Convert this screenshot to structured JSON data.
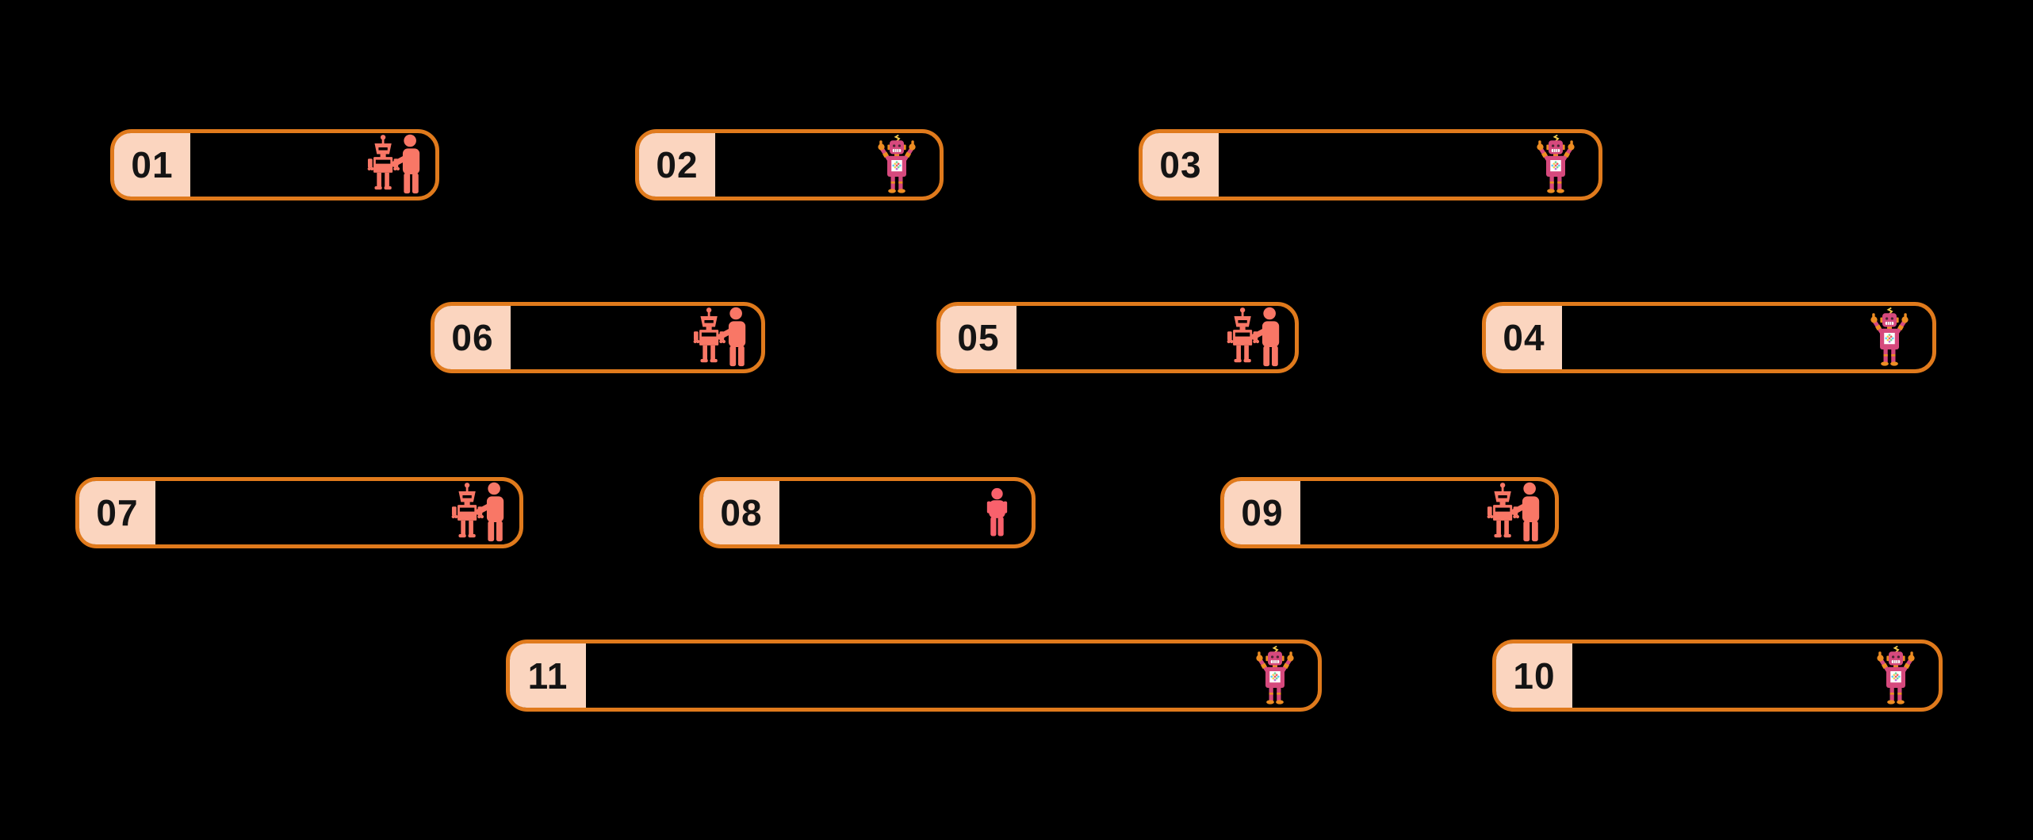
{
  "diagram": {
    "background": "#000000",
    "box_border_color": "#E07A1C",
    "badge_color": "#FBD5BF",
    "number_color": "#141414",
    "salmon_icon_color": "#F97766",
    "human_icon_color": "#F9616C",
    "pink_robot_color": "#D6497D",
    "robot_accent_orange": "#EE8D22"
  },
  "steps": [
    {
      "number": "01",
      "icon": "robot-and-human-icon",
      "icon_ref": "#icon-robot-human"
    },
    {
      "number": "02",
      "icon": "pink-robot-icon",
      "icon_ref": "#icon-pink-robot"
    },
    {
      "number": "03",
      "icon": "pink-robot-icon",
      "icon_ref": "#icon-pink-robot"
    },
    {
      "number": "06",
      "icon": "robot-and-human-icon",
      "icon_ref": "#icon-robot-human"
    },
    {
      "number": "05",
      "icon": "robot-and-human-icon",
      "icon_ref": "#icon-robot-human"
    },
    {
      "number": "04",
      "icon": "pink-robot-icon",
      "icon_ref": "#icon-pink-robot"
    },
    {
      "number": "07",
      "icon": "robot-and-human-icon",
      "icon_ref": "#icon-robot-human"
    },
    {
      "number": "08",
      "icon": "human-icon",
      "icon_ref": "#icon-human"
    },
    {
      "number": "09",
      "icon": "robot-and-human-icon",
      "icon_ref": "#icon-robot-human"
    },
    {
      "number": "11",
      "icon": "pink-robot-icon",
      "icon_ref": "#icon-pink-robot"
    },
    {
      "number": "10",
      "icon": "pink-robot-icon",
      "icon_ref": "#icon-pink-robot"
    }
  ]
}
